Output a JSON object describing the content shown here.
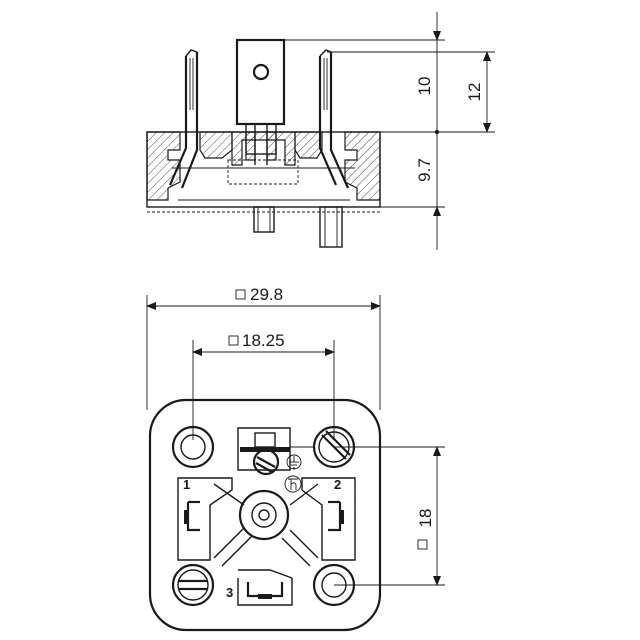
{
  "side_view": {
    "dim_upper": "10",
    "dim_outer": "12",
    "dim_lower": "9.7"
  },
  "top_view": {
    "dim_width": "29.8",
    "dim_pitch_h": "18.25",
    "dim_pitch_v": "18",
    "pin_labels": [
      "1",
      "2",
      "3"
    ]
  },
  "icons": {
    "square": "square-dimension-icon",
    "ground": "ground-symbol-icon",
    "hallmark": "h-hallmark-icon"
  },
  "colors": {
    "ink": "#1a1a1a",
    "background": "#ffffff"
  }
}
